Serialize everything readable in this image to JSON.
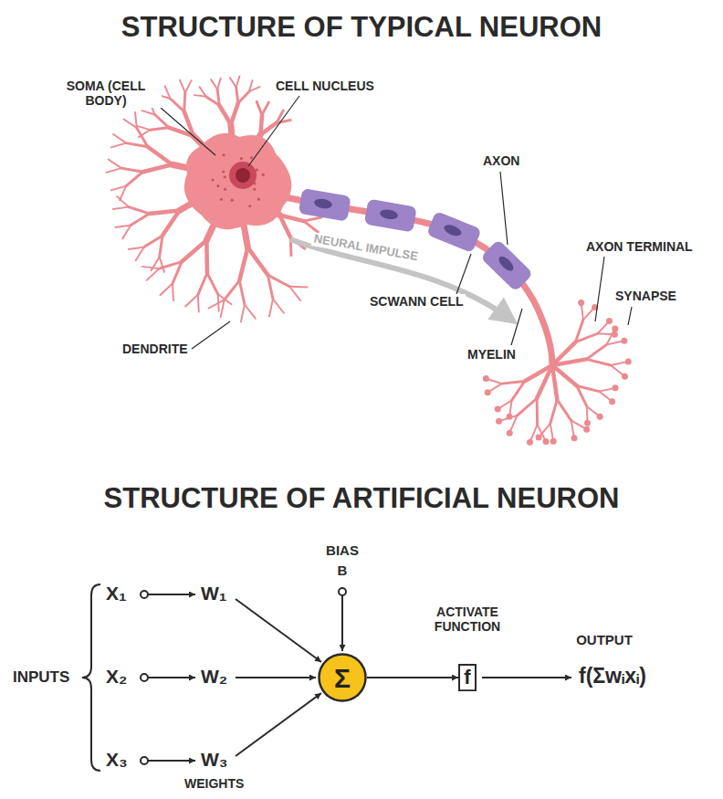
{
  "diagram": {
    "title": "STRUCTURE OF TYPICAL NEURON",
    "nodes": [
      {
        "text": [
          "Σ"
        ]
      },
      {
        "text": [
          "f"
        ]
      }
    ],
    "edges": [
      {
        "from": 0,
        "to": 1,
        "arrow": "to"
      }
    ],
    "labels": [
      "SOMA (CELL BODY)",
      "CELL NUCLEUS",
      "AXON",
      "AXON TERMINAL",
      "SYNAPSE",
      "NEURAL IMPULSE",
      "SCWANN CELL",
      "DENDRITE",
      "MYELIN",
      "STRUCTURE OF ARTIFICIAL NEURON",
      "BIAS",
      "B",
      "ACTIVATE FUNCTION",
      "OUTPUT",
      "INPUTS",
      "X₁",
      "W₁",
      "X₂",
      "W₂",
      "X₃",
      "W₃",
      "f(Σwᵢxᵢ)",
      "WEIGHTS"
    ]
  }
}
